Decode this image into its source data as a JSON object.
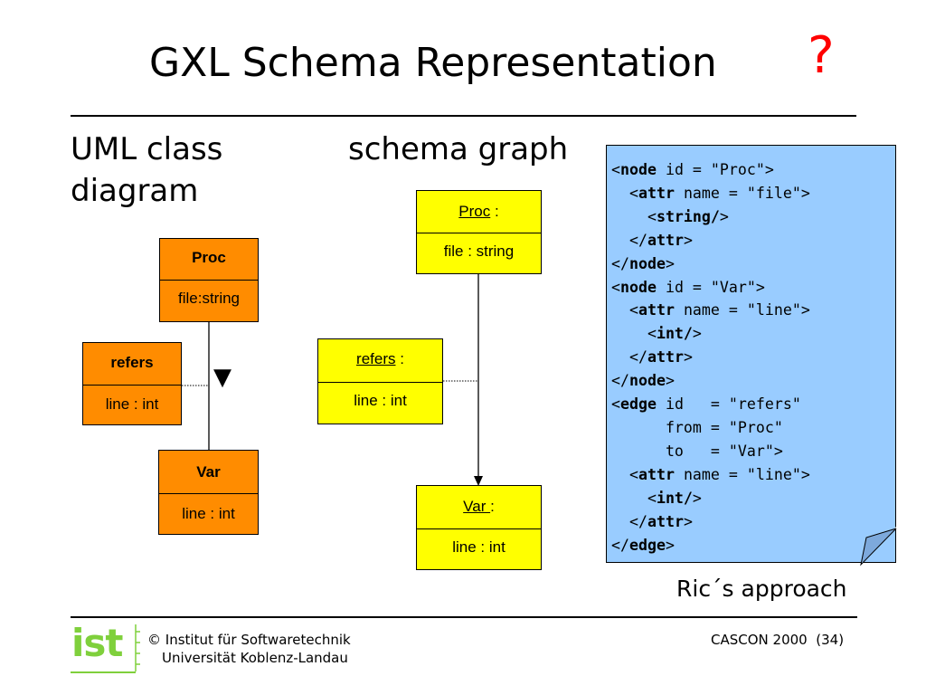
{
  "slide": {
    "title": "GXL Schema Representation",
    "question_mark": "?",
    "uml_heading_line1": "UML class",
    "uml_heading_line2": "diagram",
    "schema_heading": "schema graph",
    "caption": "Ric´s approach"
  },
  "uml": {
    "proc": {
      "name": "Proc",
      "attribute": "file:string"
    },
    "refers": {
      "name": "refers",
      "attribute": "line : int"
    },
    "var": {
      "name": "Var",
      "attribute": "line : int"
    },
    "direction_marker": "▼",
    "color": "#ff8c00"
  },
  "schema_graph": {
    "proc": {
      "name": "Proc",
      "suffix": " :",
      "attribute": "file : string"
    },
    "refers": {
      "name": "refers",
      "suffix": " :",
      "attribute": "line : int"
    },
    "var": {
      "name": "Var ",
      "suffix": ":",
      "attribute": "line : int"
    },
    "color": "#ffff00"
  },
  "gxl_code": {
    "background": "#99ccff",
    "lines": [
      [
        [
          "p",
          "<"
        ],
        [
          "k",
          "node"
        ],
        [
          "p",
          " id = \"Proc\">"
        ]
      ],
      [
        [
          "p",
          "  <"
        ],
        [
          "k",
          "attr"
        ],
        [
          "p",
          " name = \"file\">"
        ]
      ],
      [
        [
          "p",
          "    <"
        ],
        [
          "k",
          "string/"
        ],
        [
          "p",
          ">"
        ]
      ],
      [
        [
          "p",
          "  </"
        ],
        [
          "k",
          "attr"
        ],
        [
          "p",
          ">"
        ]
      ],
      [
        [
          "p",
          "</"
        ],
        [
          "k",
          "node"
        ],
        [
          "p",
          ">"
        ]
      ],
      [
        [
          "p",
          "<"
        ],
        [
          "k",
          "node"
        ],
        [
          "p",
          " id = \"Var\">"
        ]
      ],
      [
        [
          "p",
          "  <"
        ],
        [
          "k",
          "attr"
        ],
        [
          "p",
          " name = \"line\">"
        ]
      ],
      [
        [
          "p",
          "    <"
        ],
        [
          "k",
          "int/"
        ],
        [
          "p",
          ">"
        ]
      ],
      [
        [
          "p",
          "  </"
        ],
        [
          "k",
          "attr"
        ],
        [
          "p",
          ">"
        ]
      ],
      [
        [
          "p",
          "</"
        ],
        [
          "k",
          "node"
        ],
        [
          "p",
          ">"
        ]
      ],
      [
        [
          "p",
          "<"
        ],
        [
          "k",
          "edge"
        ],
        [
          "p",
          " id   = \"refers\""
        ]
      ],
      [
        [
          "p",
          "      from = \"Proc\""
        ]
      ],
      [
        [
          "p",
          "      to   = \"Var\">"
        ]
      ],
      [
        [
          "p",
          "  <"
        ],
        [
          "k",
          "attr"
        ],
        [
          "p",
          " name = \"line\">"
        ]
      ],
      [
        [
          "p",
          "    <"
        ],
        [
          "k",
          "int/"
        ],
        [
          "p",
          ">"
        ]
      ],
      [
        [
          "p",
          "  </"
        ],
        [
          "k",
          "attr"
        ],
        [
          "p",
          ">"
        ]
      ],
      [
        [
          "p",
          "</"
        ],
        [
          "k",
          "edge"
        ],
        [
          "p",
          ">"
        ]
      ]
    ]
  },
  "footer": {
    "logo": "ist",
    "copyright_symbol": "©",
    "institute": "Institut für Softwaretechnik",
    "university": "Universität Koblenz-Landau",
    "conference": "CASCON 2000",
    "page": "(34)",
    "logo_color": "#7fd03c"
  }
}
